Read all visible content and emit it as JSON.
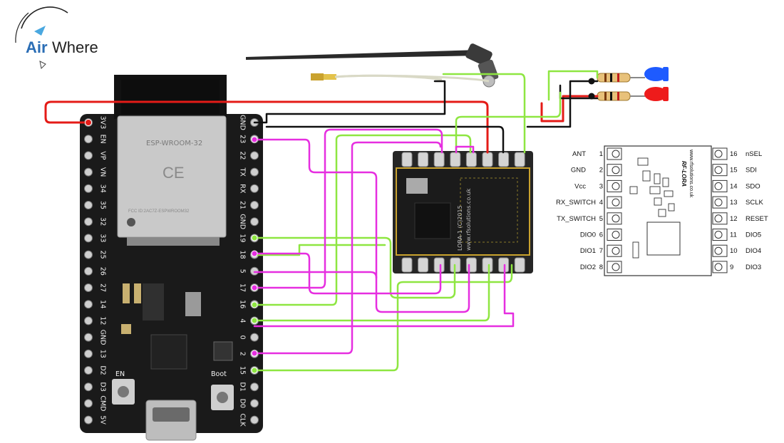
{
  "logo": {
    "air": "Air",
    "where": "Where"
  },
  "esp32": {
    "module_name": "ESP-WROOM-32",
    "fcc_id": "FCC ID:2AC7Z-ESPWROOM32",
    "en_label": "EN",
    "boot_label": "Boot",
    "left_pins": [
      "3V3",
      "EN",
      "VP",
      "VN",
      "34",
      "35",
      "32",
      "33",
      "25",
      "26",
      "27",
      "14",
      "12",
      "GND",
      "13",
      "D2",
      "D3",
      "CMD",
      "5V"
    ],
    "right_pins": [
      "GND",
      "23",
      "22",
      "TX",
      "RX",
      "21",
      "GND",
      "19",
      "18",
      "5",
      "17",
      "16",
      "4",
      "0",
      "2",
      "15",
      "D1",
      "D0",
      "CLK"
    ]
  },
  "lora_module": {
    "text_line1": "www.rfsolutions.co.uk",
    "text_line2": "LORA-1 (C)2015"
  },
  "pinout": {
    "brand": "RF-LORA",
    "url": "www.rfsolutions.co.uk",
    "left": [
      {
        "num": "1",
        "name": "ANT"
      },
      {
        "num": "2",
        "name": "GND"
      },
      {
        "num": "3",
        "name": "Vcc"
      },
      {
        "num": "4",
        "name": "RX_SWITCH"
      },
      {
        "num": "5",
        "name": "TX_SWITCH"
      },
      {
        "num": "6",
        "name": "DIO0"
      },
      {
        "num": "7",
        "name": "DIO1"
      },
      {
        "num": "8",
        "name": "DIO2"
      }
    ],
    "right": [
      {
        "num": "16",
        "name": "nSEL"
      },
      {
        "num": "15",
        "name": "SDI"
      },
      {
        "num": "14",
        "name": "SDO"
      },
      {
        "num": "13",
        "name": "SCLK"
      },
      {
        "num": "12",
        "name": "RESET"
      },
      {
        "num": "11",
        "name": "DIO5"
      },
      {
        "num": "10",
        "name": "DIO4"
      },
      {
        "num": "9",
        "name": "DIO3"
      }
    ]
  },
  "colors": {
    "wire_red": "#e41b17",
    "wire_black": "#111111",
    "wire_green": "#8ee641",
    "wire_magenta": "#e62ee0",
    "led_blue": "#1e5bff",
    "led_red": "#ee1b1b",
    "board": "#1a1a1a",
    "lora_gold": "#c9a22e"
  }
}
